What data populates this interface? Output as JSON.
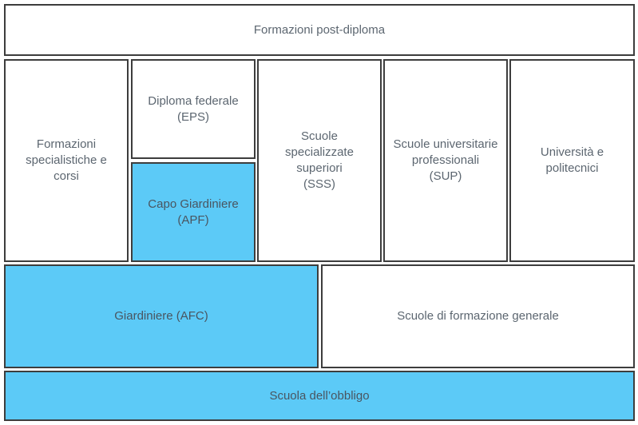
{
  "boxes": {
    "post_diploma": {
      "lines": [
        "Formazioni post-diploma"
      ]
    },
    "specialistiche": {
      "lines": [
        "Formazioni",
        "specialistiche e",
        "corsi"
      ]
    },
    "diploma_federale": {
      "lines": [
        "Diploma federale",
        "(EPS)"
      ]
    },
    "capo_giardiniere": {
      "lines": [
        "Capo Giardiniere",
        "(APF)"
      ]
    },
    "sss": {
      "lines": [
        "Scuole",
        "specializzate",
        "superiori",
        "(SSS)"
      ]
    },
    "sup": {
      "lines": [
        "Scuole universitarie",
        "professionali",
        "(SUP)"
      ]
    },
    "universita": {
      "lines": [
        "Università e",
        "politecnici"
      ]
    },
    "giardiniere": {
      "lines": [
        "Giardiniere (AFC)"
      ]
    },
    "formazione_generale": {
      "lines": [
        "Scuole di formazione generale"
      ]
    },
    "scuola_obbligo": {
      "lines": [
        "Scuola dell’obbligo"
      ]
    }
  },
  "colors": {
    "highlight": "#5ccaf7",
    "border": "#3d3d3d",
    "text": "#5c6670"
  }
}
